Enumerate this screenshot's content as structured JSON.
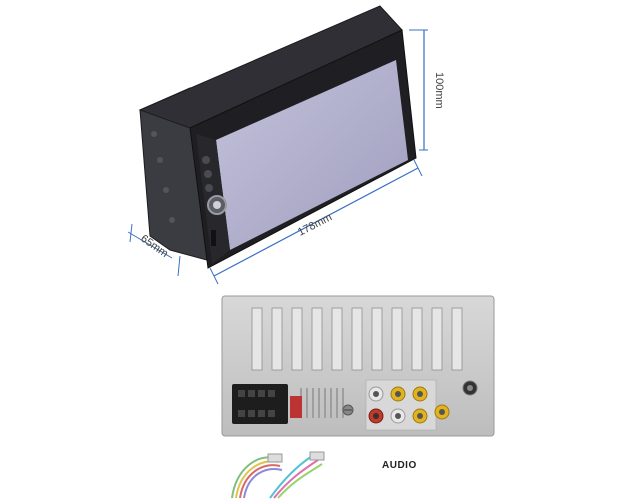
{
  "dimensions": {
    "height_label": "100mm",
    "width_label": "178mm",
    "depth_label": "65mm"
  },
  "rear_panel": {
    "audio_label": "AUDIO"
  },
  "colors": {
    "dimension_line": "#3a6fc4",
    "chassis": "#2b2b30",
    "screen": "#a9a9c7",
    "panel": "#c8c8c8",
    "rca_red": "#c0392b",
    "rca_yellow": "#e3b21f",
    "rca_white": "#e8e8e8"
  }
}
